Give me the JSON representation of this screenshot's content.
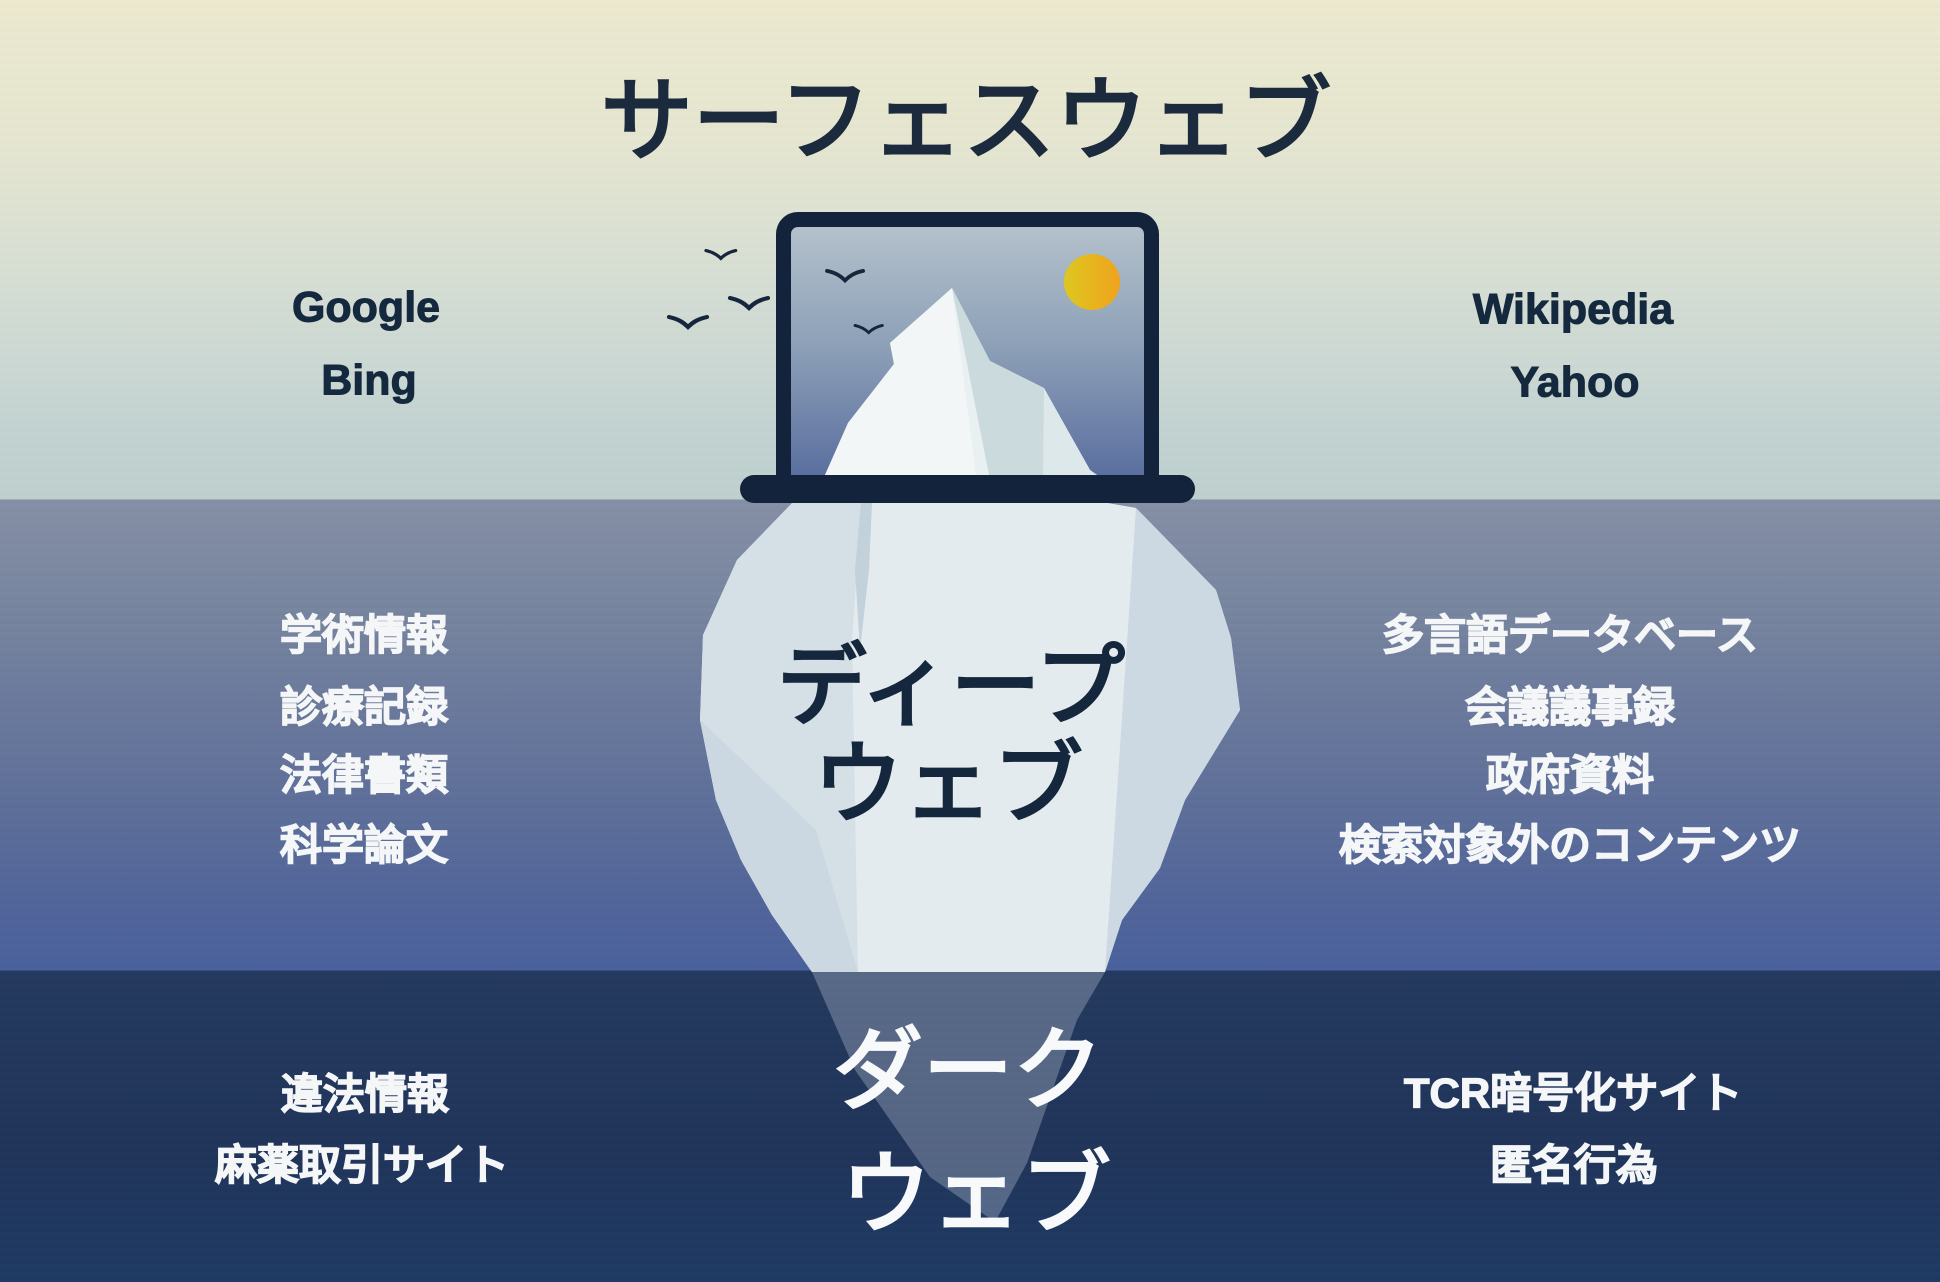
{
  "title": "サーフェスウェブ",
  "surface": {
    "left_items": [
      "Google",
      "Bing"
    ],
    "right_items": [
      "Wikipedia",
      "Yahoo"
    ]
  },
  "deep": {
    "label_line1": "ディープ",
    "label_line2": "ウェブ",
    "left_items": [
      "学術情報",
      "診療記録",
      "法律書類",
      "科学論文"
    ],
    "right_items": [
      "多言語データベース",
      "会議議事録",
      "政府資料",
      "検索対象外のコンテンツ"
    ]
  },
  "dark": {
    "label_line1": "ダーク",
    "label_line2": "ウェブ",
    "left_items": [
      "違法情報",
      "麻薬取引サイト"
    ],
    "right_items": [
      "TCR暗号化サイト",
      "匿名行為"
    ]
  },
  "icons": {
    "laptop": "laptop-icon",
    "sun": "sun-icon",
    "birds": "bird-icon",
    "iceberg": "iceberg-icon"
  },
  "colors": {
    "sky_top": "#ece9cf",
    "sky_bottom": "#bed0ce",
    "water_top": "#858fa6",
    "water_bottom": "#49619c",
    "dark_zone_top": "#24395f",
    "dark_zone_bottom": "#1e3a64",
    "navy_ink": "#14233c",
    "iceberg_light": "#e4ebef",
    "sun_yellow": "#ddc720",
    "sun_orange": "#f0a31d"
  }
}
